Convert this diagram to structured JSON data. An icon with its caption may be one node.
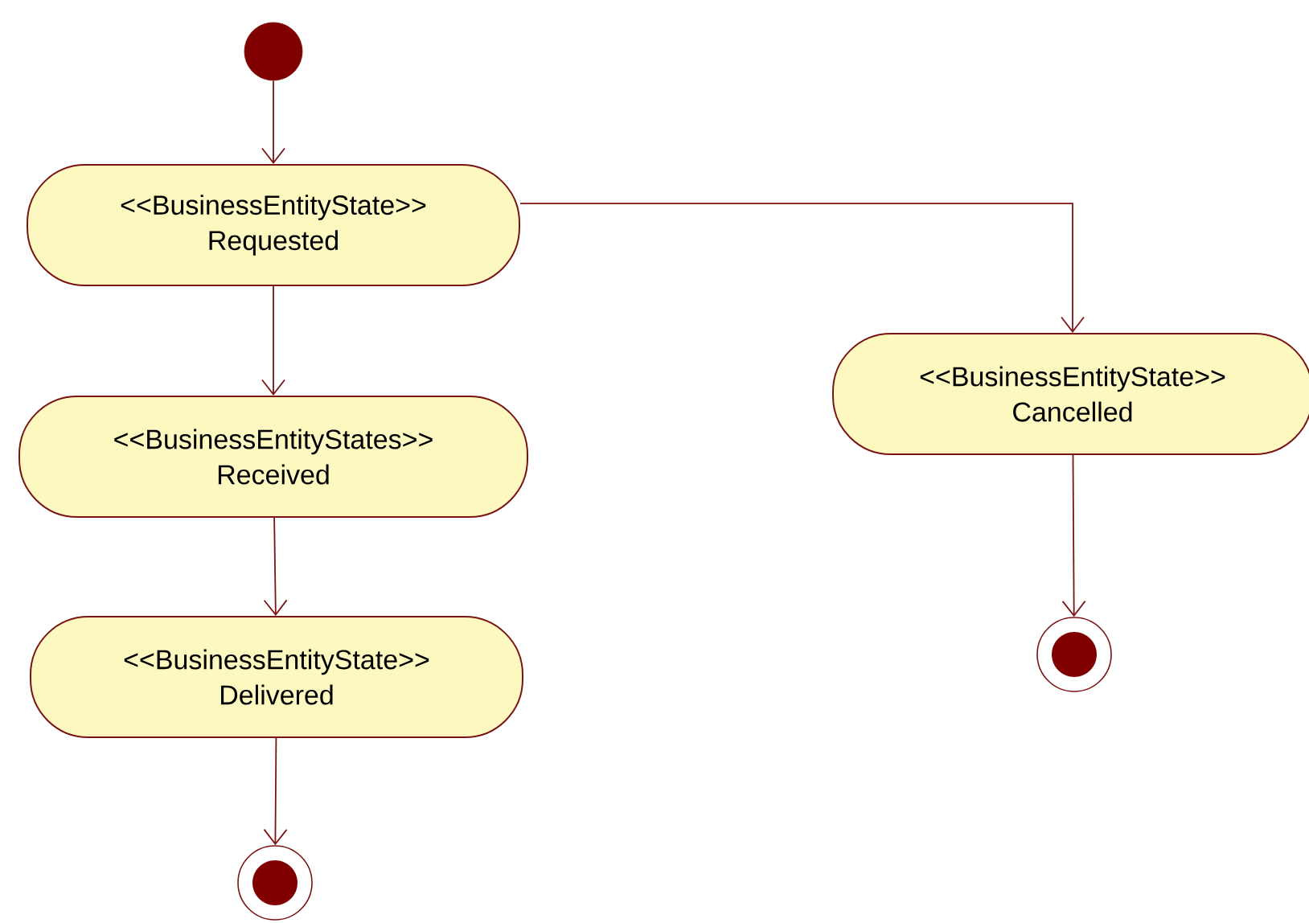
{
  "diagram": {
    "nodes": [
      {
        "text": [],
        "shape": "circle"
      },
      {
        "text": [
          "<<BusinessEntityState>>",
          "Requested"
        ]
      },
      {
        "text": [
          "<<BusinessEntityStates>>",
          "Received"
        ]
      },
      {
        "text": [
          "<<BusinessEntityState>>",
          "Delivered"
        ]
      },
      {
        "text": [],
        "shape": "bullseye"
      },
      {
        "text": [
          "<<BusinessEntityState>>",
          "Cancelled"
        ]
      },
      {
        "text": [],
        "shape": "bullseye"
      }
    ],
    "edges": [
      {
        "from": 0,
        "to": 1,
        "arrow": "to"
      },
      {
        "from": 1,
        "to": 2,
        "arrow": "to"
      },
      {
        "from": 2,
        "to": 3,
        "arrow": "to"
      },
      {
        "from": 3,
        "to": 4,
        "arrow": "to"
      },
      {
        "from": 1,
        "to": 5,
        "arrow": "to"
      },
      {
        "from": 5,
        "to": 6,
        "arrow": "to"
      }
    ]
  }
}
